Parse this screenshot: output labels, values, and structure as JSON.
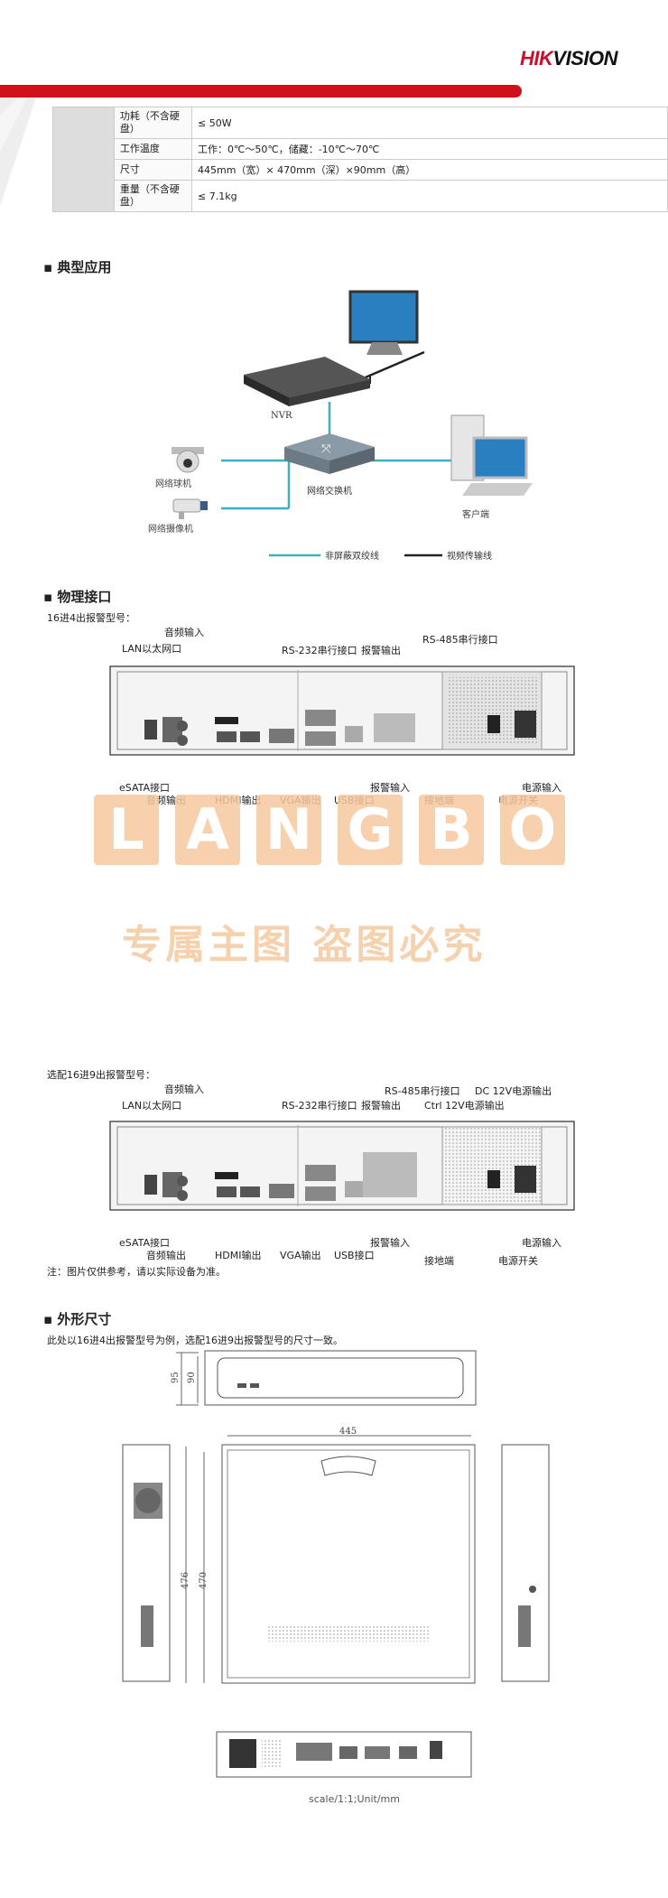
{
  "brand": {
    "part1": "HIK",
    "part2": "VISION"
  },
  "spec_rows": [
    {
      "key": "功耗（不含硬盘）",
      "value": "≤ 50W"
    },
    {
      "key": "工作温度",
      "value": "工作：0℃～50℃，储藏：-10℃～70℃"
    },
    {
      "key": "尺寸",
      "value": "445mm（宽）× 470mm（深）×90mm（高）"
    },
    {
      "key": "重量（不含硬盘）",
      "value": "≤ 7.1kg"
    }
  ],
  "typical": {
    "title": "典型应用",
    "nvr": "NVR",
    "switch": "网络交换机",
    "dome": "网络球机",
    "bullet": "网络摄像机",
    "client": "客户端",
    "legend_utp": "非屏蔽双绞线",
    "legend_video": "视频传输线",
    "color_utp": "#3bb0c4"
  },
  "physical": {
    "title": "物理接口",
    "model1": "16进4出报警型号：",
    "model2": "选配16进9出报警型号：",
    "note": "注：图片仅供参考，请以实际设备为准。",
    "labels": {
      "audio_in": "音频输入",
      "lan": "LAN以太网口",
      "rs232": "RS-232串行接口",
      "alarm_out": "报警输出",
      "rs485": "RS-485串行接口",
      "esata": "eSATA接口",
      "audio_out": "音频输出",
      "hdmi": "HDMI输出",
      "vga": "VGA输出",
      "usb": "USB接口",
      "alarm_in": "报警输入",
      "ground": "接地端",
      "power_in": "电源输入",
      "power_sw": "电源开关",
      "dc12": "DC 12V电源输出",
      "ctrl12": "Ctrl 12V电源输出"
    }
  },
  "watermark": {
    "letters": [
      "L",
      "A",
      "N",
      "G",
      "B",
      "O"
    ],
    "text": "专属主图 盗图必究"
  },
  "dimensions": {
    "title": "外形尺寸",
    "desc": "此处以16进4出报警型号为例，选配16进9出报警型号的尺寸一致。",
    "h95": "95",
    "h90": "90",
    "w445": "445",
    "d476": "476",
    "d470": "470",
    "scale": "scale/1:1;Unit/mm"
  }
}
